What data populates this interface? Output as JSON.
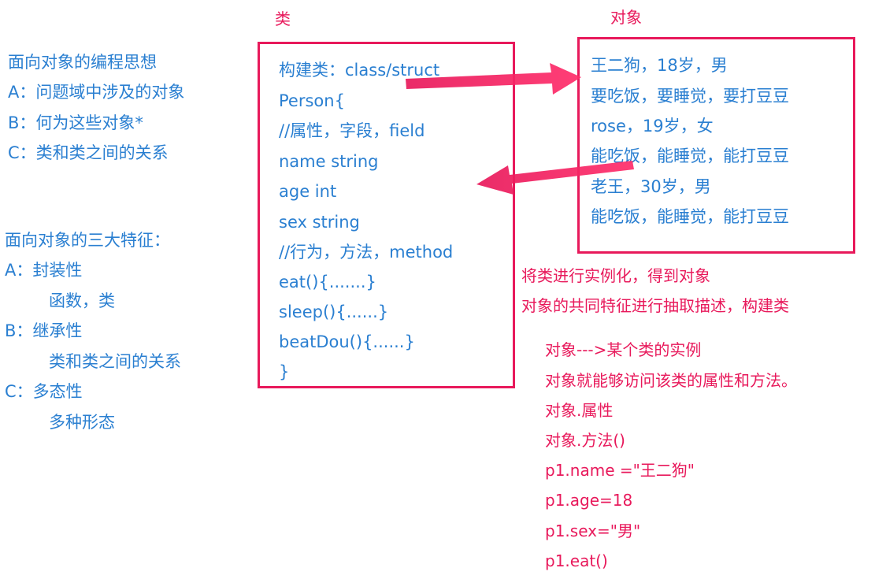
{
  "headings": {
    "class": "类",
    "object": "对象"
  },
  "left_top": [
    "面向对象的编程思想",
    "A：问题域中涉及的对象",
    "B：何为这些对象*",
    "C：类和类之间的关系"
  ],
  "left_bottom": [
    "面向对象的三大特征：",
    "A：封装性",
    "函数，类",
    "B：继承性",
    "类和类之间的关系",
    "C：多态性",
    "多种形态"
  ],
  "class_box": [
    "构建类：class/struct",
    "Person{",
    "//属性，字段，field",
    "name string",
    "age int",
    "sex string",
    "//行为，方法，method",
    "eat(){.......}",
    "sleep(){......}",
    "beatDou(){......}",
    "}"
  ],
  "object_box": [
    "王二狗，18岁，男",
    "要吃饭，要睡觉，要打豆豆",
    "rose，19岁，女",
    "能吃饭，能睡觉，能打豆豆",
    "老王，30岁，男",
    "能吃饭，能睡觉，能打豆豆"
  ],
  "relation_notes": [
    "将类进行实例化，得到对象",
    "对象的共同特征进行抽取描述，构建类"
  ],
  "object_notes": [
    "对象--->某个类的实例",
    "对象就能够访问该类的属性和方法。",
    "对象.属性",
    "对象.方法()",
    "p1.name =\"王二狗\"",
    "p1.age=18",
    "p1.sex=\"男\"",
    "p1.eat()"
  ],
  "colors": {
    "blue_text": "#2a7fd1",
    "pink_accent": "#e8195b"
  }
}
